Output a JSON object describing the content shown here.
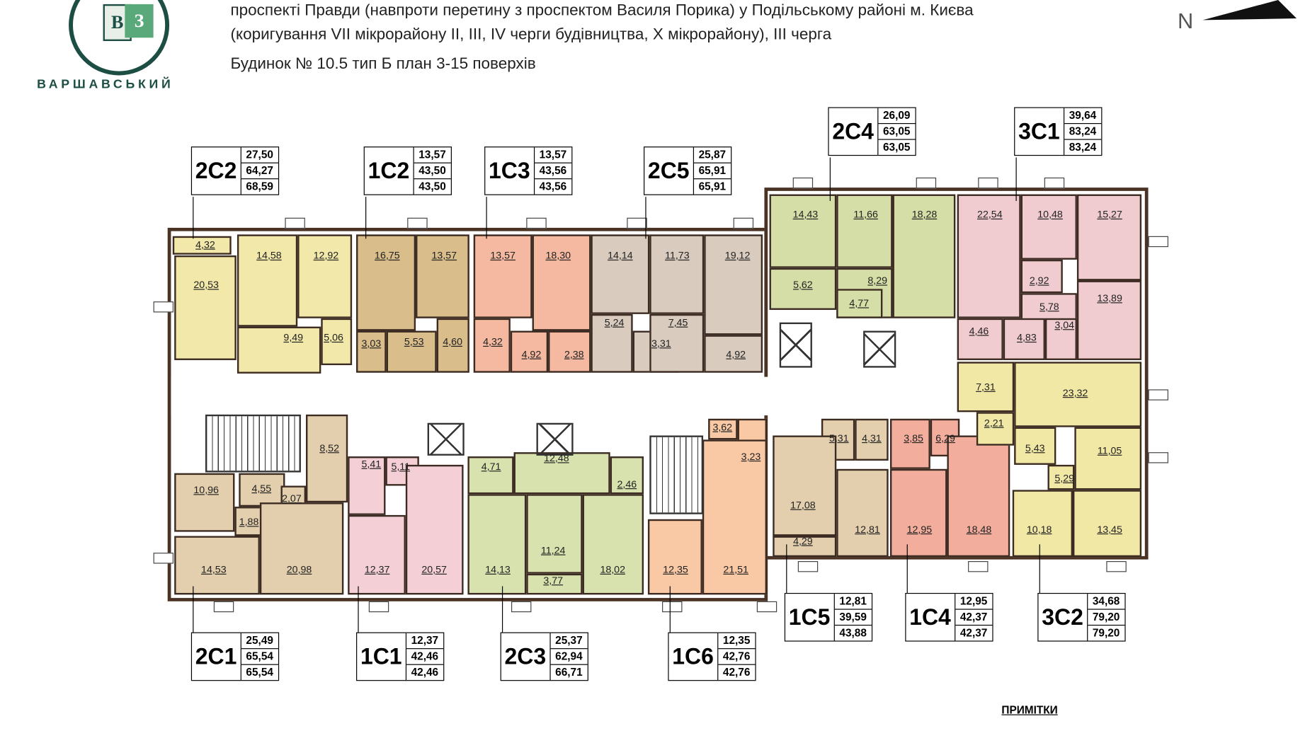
{
  "header": {
    "line1": "проспекті Правди (навпроти перетину з проспектом Василя Порика) у Подільському районі м. Києва",
    "line2": "(коригування VII мікрорайону ІІ, ІІІ, IV черги будівництва, Х мікрорайону), ІІІ черга",
    "line3": "Будинок № 10.5   тип Б   план 3-15 поверхів"
  },
  "logo": {
    "letters": "ВЗ",
    "name": "ВАРШАВСЬКИЙ",
    "color": "#1d4e43",
    "accent": "#5aa97a"
  },
  "compass": {
    "label": "N"
  },
  "colors": {
    "wall": "#4a3324",
    "corridor": "#ffffff"
  },
  "apartments": [
    {
      "code": "2С2",
      "values": [
        "27,50",
        "64,27",
        "68,59"
      ],
      "color": "#f1e8a9",
      "rooms": [
        "4,32",
        "20,53",
        "14,58",
        "12,92",
        "9,49",
        "5,06"
      ]
    },
    {
      "code": "1С2",
      "values": [
        "13,57",
        "43,50",
        "43,50"
      ],
      "color": "#d9bd8b",
      "rooms": [
        "16,75",
        "13,57",
        "3,03",
        "5,53",
        "4,60"
      ]
    },
    {
      "code": "1С3",
      "values": [
        "13,57",
        "43,56",
        "43,56"
      ],
      "color": "#f4b9a0",
      "rooms": [
        "13,57",
        "18,30",
        "4,32",
        "4,92",
        "2,38"
      ]
    },
    {
      "code": "2С5",
      "values": [
        "25,87",
        "65,91",
        "65,91"
      ],
      "color": "#d9cbbd",
      "rooms": [
        "14,14",
        "11,73",
        "19,12",
        "5,24",
        "3,31",
        "7,45",
        "4,92"
      ]
    },
    {
      "code": "2С4",
      "values": [
        "26,09",
        "63,05",
        "63,05"
      ],
      "color": "#d5dea6",
      "rooms": [
        "14,43",
        "11,66",
        "18,28",
        "5,62",
        "8,29",
        "4,77"
      ]
    },
    {
      "code": "3С1",
      "values": [
        "39,64",
        "83,24",
        "83,24"
      ],
      "color": "#f0ccd0",
      "rooms": [
        "22,54",
        "10,48",
        "15,27",
        "2,92",
        "5,78",
        "13,89",
        "4,46",
        "4,83",
        "3,04"
      ]
    },
    {
      "code": "2С1",
      "values": [
        "25,49",
        "65,54",
        "65,54"
      ],
      "color": "#e3cfad",
      "rooms": [
        "10,96",
        "1,88",
        "4,55",
        "2,07",
        "8,52",
        "14,53",
        "20,98"
      ]
    },
    {
      "code": "1С1",
      "values": [
        "12,37",
        "42,46",
        "42,46"
      ],
      "color": "#f4cfd6",
      "rooms": [
        "5,41",
        "5,11",
        "12,37",
        "20,57"
      ]
    },
    {
      "code": "2С3",
      "values": [
        "25,37",
        "62,94",
        "66,71"
      ],
      "color": "#d8e2ae",
      "rooms": [
        "4,71",
        "12,48",
        "2,46",
        "14,13",
        "11,24",
        "3,77",
        "18,02"
      ]
    },
    {
      "code": "1С6",
      "values": [
        "12,35",
        "42,76",
        "42,76"
      ],
      "color": "#f9c8a5",
      "rooms": [
        "3,62",
        "3,23",
        "12,35",
        "21,51"
      ]
    },
    {
      "code": "1С5",
      "values": [
        "12,81",
        "39,59",
        "43,88"
      ],
      "color": "#e3cfad",
      "rooms": [
        "5,31",
        "4,31",
        "17,08",
        "12,81",
        "4,29"
      ]
    },
    {
      "code": "1С4",
      "values": [
        "12,95",
        "42,37",
        "42,37"
      ],
      "color": "#f2ad9c",
      "rooms": [
        "6,29",
        "3,85",
        "12,95",
        "18,48"
      ]
    },
    {
      "code": "3С2",
      "values": [
        "34,68",
        "79,20",
        "79,20"
      ],
      "color": "#f2e8a6",
      "rooms": [
        "7,31",
        "23,32",
        "11,05",
        "5,29",
        "5,43",
        "2,21",
        "10,18",
        "13,45"
      ]
    }
  ],
  "notes": {
    "title": "ПРИМІТКИ"
  }
}
